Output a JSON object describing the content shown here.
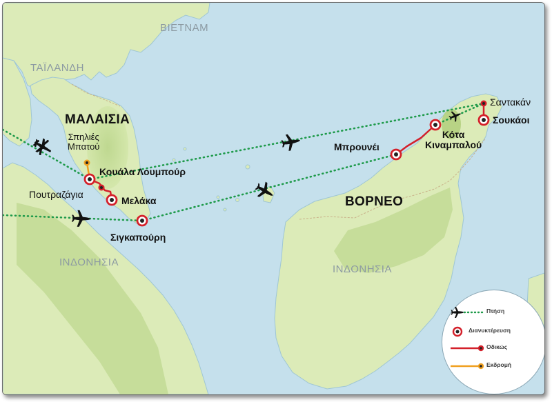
{
  "countries": {
    "vietnam": "ΒΙΕΤΝΑΜ",
    "thailand": "ΤΑΪΛΑΝΔΗ",
    "indonesia_west": "ΙΝΔΟΝΗΣΙΑ",
    "indonesia_east": "ΙΝΔΟΝΗΣΙΑ"
  },
  "regions": {
    "malaysia": "ΜΑΛΑΙΣΙΑ",
    "borneo": "ΒΟΡΝΕΟ"
  },
  "places": {
    "batu_caves": "Σπηλιές\nΜπατού",
    "kuala_lumpur": "Κουάλα Λουμπούρ",
    "putrajaya": "Πουτραζάγια",
    "malacca": "Μελάκα",
    "singapore": "Σιγκαπούρη",
    "brunei": "Μπρουνέι",
    "kota_kinabalu": "Κότα\nΚιναμπαλού",
    "sandakan": "Σαντακάν",
    "sukau": "Σουκάοι"
  },
  "legend": {
    "flight": "Πτήση",
    "overnight": "Διανυκτέρευση",
    "road": "Οδικώς",
    "excursion": "Εκδρομή"
  },
  "colors": {
    "sea": "#c5e0ec",
    "land": "#dcebb8",
    "highland": "#c0d994",
    "flight_route": "#1e9a4a",
    "road_route": "#d4202a",
    "excursion_route": "#f0a020",
    "stop_ring": "#d4202a"
  },
  "icons": {
    "flight": "airplane-icon",
    "stop": "overnight-stop-icon"
  }
}
